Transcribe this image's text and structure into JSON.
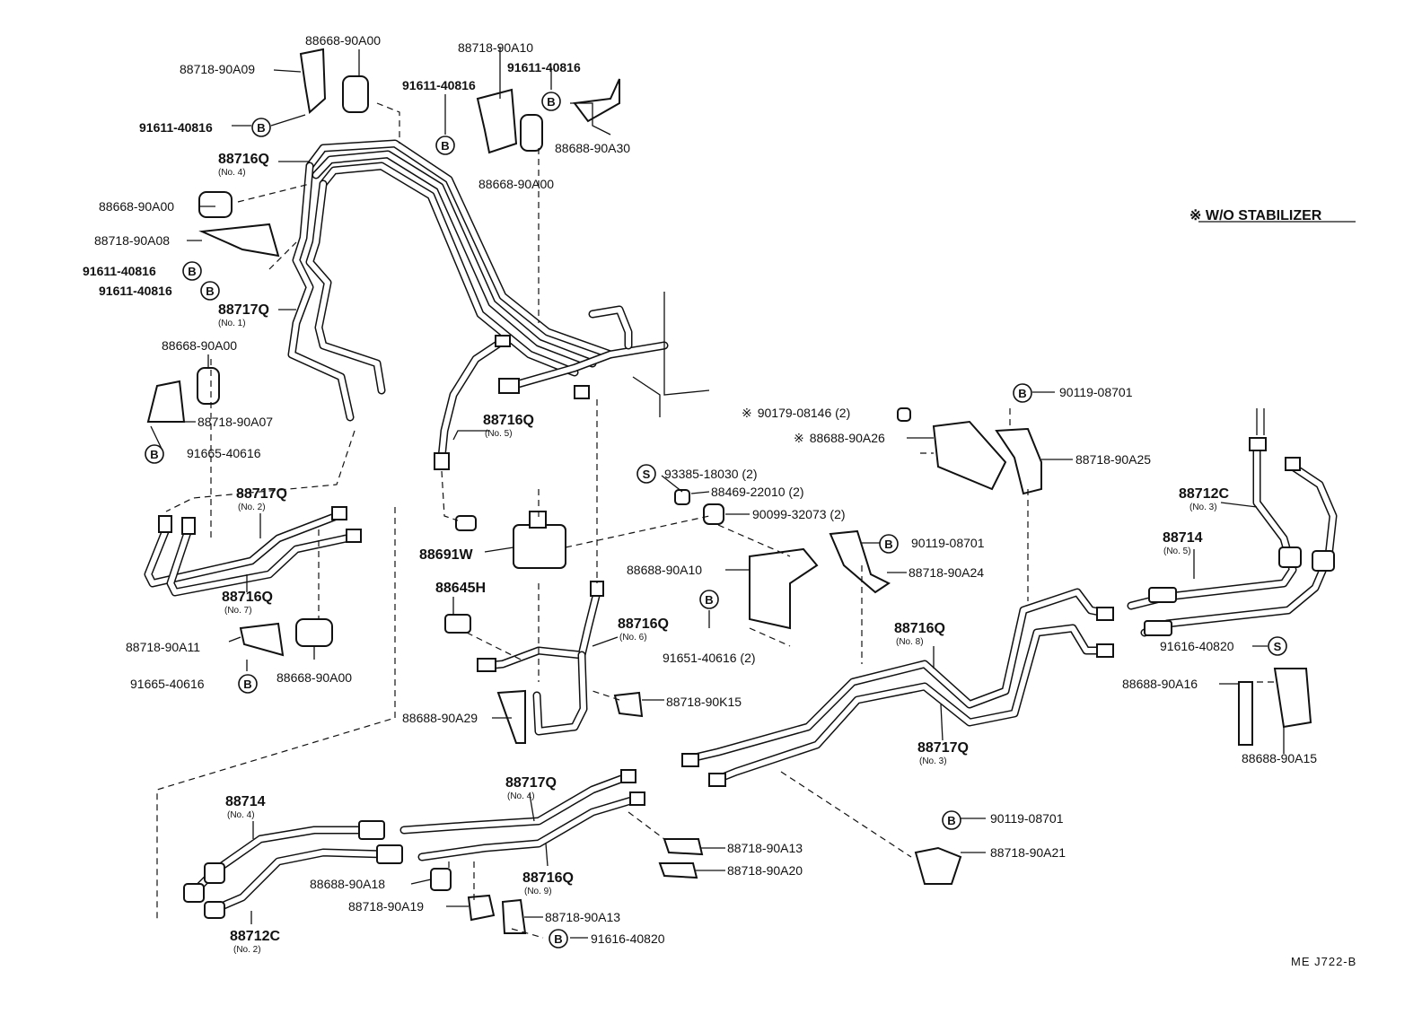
{
  "note": "※ W/O STABILIZER",
  "drawing_code": "ME  J722-B",
  "labels": {
    "p88668_90A00_top": "88668-90A00",
    "p88718_90A09": "88718-90A09",
    "p91611_40816_a": "91611-40816",
    "p88716Q_no4": "88716Q",
    "p88716Q_no4_sub": "(No. 4)",
    "p88668_90A00_mid": "88668-90A00",
    "p88718_90A08": "88718-90A08",
    "p91611_40816_b": "91611-40816",
    "p91611_40816_c": "91611-40816",
    "p88717Q_no1": "88717Q",
    "p88717Q_no1_sub": "(No. 1)",
    "p88668_90A00_left": "88668-90A00",
    "p88718_90A07": "88718-90A07",
    "p91665_40616_a": "91665-40616",
    "p88718_90A10": "88718-90A10",
    "p91611_40816_d": "91611-40816",
    "p91611_40816_e": "91611-40816",
    "p88688_90A30": "88688-90A30",
    "p88668_90A00_c": "88668-90A00",
    "p88716Q_no5": "88716Q",
    "p88716Q_no5_sub": "(No. 5)",
    "p88717Q_no2": "88717Q",
    "p88717Q_no2_sub": "(No. 2)",
    "p88716Q_no7": "88716Q",
    "p88716Q_no7_sub": "(No. 7)",
    "p88718_90A11": "88718-90A11",
    "p88668_90A00_low": "88668-90A00",
    "p91665_40616_b": "91665-40616",
    "p93385_18030": "93385-18030 (2)",
    "p88469_22010": "88469-22010 (2)",
    "p90099_32073": "90099-32073 (2)",
    "p88691W": "88691W",
    "p88645H": "88645H",
    "p88688_90A10": "88688-90A10",
    "p91651_40616": "91651-40616 (2)",
    "p88716Q_no6": "88716Q",
    "p88716Q_no6_sub": "(No. 6)",
    "p88718_90K15": "88718-90K15",
    "p88688_90A29": "88688-90A29",
    "p90179_08146": "90179-08146 (2)",
    "p88688_90A26": "88688-90A26",
    "p90119_08701_a": "90119-08701",
    "p88718_90A25": "88718-90A25",
    "p90119_08701_b": "90119-08701",
    "p88718_90A24": "88718-90A24",
    "p88716Q_no8": "88716Q",
    "p88716Q_no8_sub": "(No. 8)",
    "p88717Q_no3": "88717Q",
    "p88717Q_no3_sub": "(No. 3)",
    "p88712C_no3": "88712C",
    "p88712C_no3_sub": "(No. 3)",
    "p88714_no5": "88714",
    "p88714_no5_sub": "(No. 5)",
    "p91616_40820_a": "91616-40820",
    "p88688_90A16": "88688-90A16",
    "p88688_90A15": "88688-90A15",
    "p90119_08701_c": "90119-08701",
    "p88718_90A21": "88718-90A21",
    "p88714_no4": "88714",
    "p88714_no4_sub": "(No. 4)",
    "p88717Q_no4": "88717Q",
    "p88717Q_no4_sub": "(No. 4)",
    "p88716Q_no9": "88716Q",
    "p88716Q_no9_sub": "(No. 9)",
    "p88718_90A13_a": "88718-90A13",
    "p88718_90A20": "88718-90A20",
    "p88688_90A18": "88688-90A18",
    "p88718_90A19": "88718-90A19",
    "p88718_90A13_b": "88718-90A13",
    "p91616_40820_b": "91616-40820",
    "p88712C_no2": "88712C",
    "p88712C_no2_sub": "(No. 2)"
  },
  "markers": {
    "bolt": "B",
    "screw": "S",
    "asterisk": "※"
  }
}
